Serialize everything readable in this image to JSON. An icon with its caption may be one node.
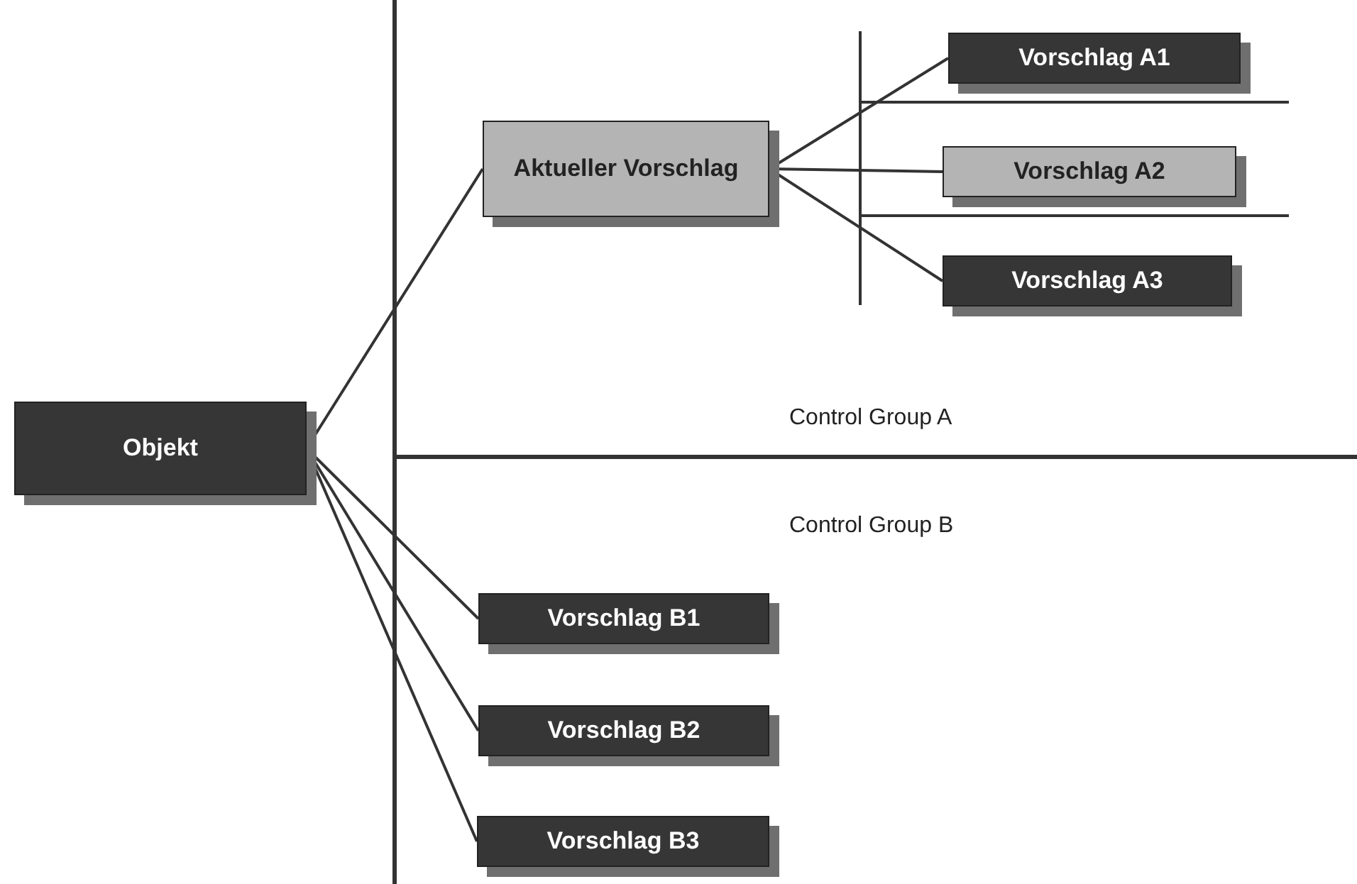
{
  "diagram": {
    "nodes": [
      {
        "text": [
          "Objekt"
        ]
      },
      {
        "text": [
          "Aktueller Vorschlag"
        ]
      },
      {
        "text": [
          "Vorschlag A1"
        ]
      },
      {
        "text": [
          "Vorschlag A2"
        ]
      },
      {
        "text": [
          "Vorschlag A3"
        ]
      },
      {
        "text": [
          "Vorschlag B1"
        ]
      },
      {
        "text": [
          "Vorschlag B2"
        ]
      },
      {
        "text": [
          "Vorschlag B3"
        ]
      }
    ],
    "edges": [
      {
        "from": 0,
        "to": 1,
        "arrow": "none"
      },
      {
        "from": 1,
        "to": 2,
        "arrow": "none"
      },
      {
        "from": 1,
        "to": 3,
        "arrow": "none"
      },
      {
        "from": 1,
        "to": 4,
        "arrow": "none"
      },
      {
        "from": 0,
        "to": 5,
        "arrow": "none"
      },
      {
        "from": 0,
        "to": 6,
        "arrow": "none"
      },
      {
        "from": 0,
        "to": 7,
        "arrow": "none"
      }
    ],
    "labels": [
      "Control Group A",
      "Control Group B"
    ]
  }
}
